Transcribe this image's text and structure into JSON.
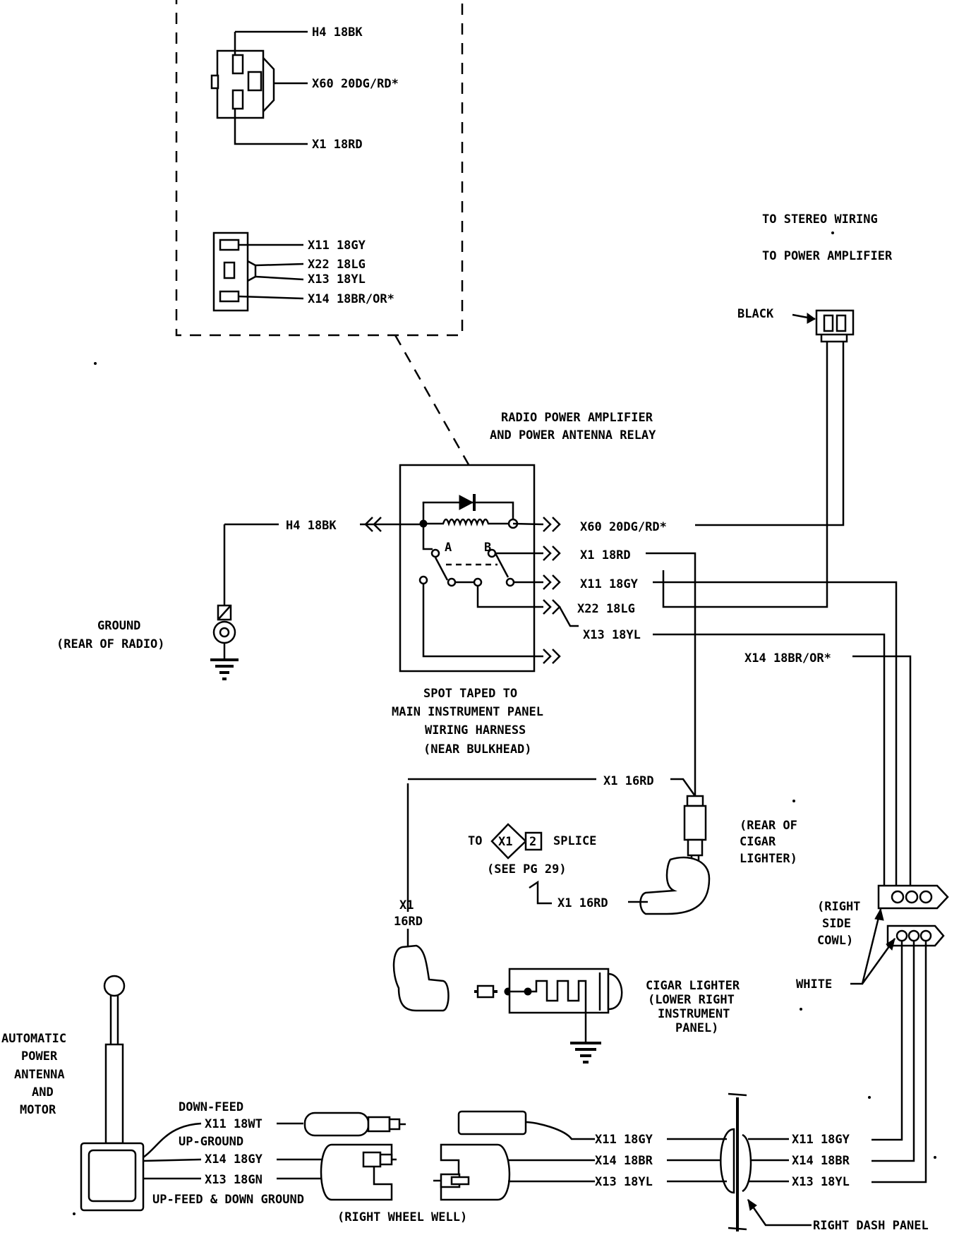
{
  "inset": {
    "h4": "H4  18BK",
    "x60": "X60  20DG/RD*",
    "x1": "X1  18RD",
    "x11": "X11  18GY",
    "x22": "X22  18LG",
    "x13": "X13  18YL",
    "x14": "X14  18BR/OR*"
  },
  "stereo": {
    "line1": "TO STEREO  WIRING",
    "line2": "TO POWER AMPLIFIER",
    "black": "BLACK"
  },
  "relay": {
    "title1": "RADIO POWER AMPLIFIER",
    "title2": "AND POWER ANTENNA RELAY",
    "contact_a": "A",
    "contact_b": "B",
    "h4": "H4  18BK",
    "x60": "X60  20DG/RD*",
    "x1": "X1  18RD",
    "x11": "X11  18GY",
    "x22": "X22  18LG",
    "x13": "X13  18YL",
    "x14": "X14  18BR/OR*",
    "note1": "SPOT TAPED TO",
    "note2": "MAIN INSTRUMENT PANEL",
    "note3": "WIRING HARNESS",
    "note4": "(NEAR BULKHEAD)"
  },
  "ground": {
    "line1": "GROUND",
    "line2": "(REAR OF RADIO)"
  },
  "lighter": {
    "x1_top": "X1  16RD",
    "rear1": "(REAR OF",
    "rear2": "CIGAR",
    "rear3": "LIGHTER)",
    "splice_to": "TO",
    "splice_id": "X1",
    "splice_num": "2",
    "splice_word": "SPLICE",
    "see_pg": "(SEE PG 29)",
    "x1_lower": "X1  16RD",
    "left_x1": "X1",
    "left_16rd": "16RD",
    "name1": "CIGAR LIGHTER",
    "name2": "(LOWER RIGHT",
    "name3": "INSTRUMENT",
    "name4": "PANEL)"
  },
  "cowl": {
    "line1": "(RIGHT",
    "line2": "SIDE",
    "line3": "COWL)",
    "white": "WHITE"
  },
  "antenna": {
    "line1": "AUTOMATIC",
    "line2": "POWER",
    "line3": "ANTENNA",
    "line4": "AND",
    "line5": "MOTOR",
    "down_feed": "DOWN-FEED",
    "x11": "X11 18WT",
    "up_ground": "UP-GROUND",
    "x14": "X14 18GY",
    "x13": "X13 18GN",
    "up_feed": "UP-FEED & DOWN GROUND",
    "wheel_well": "(RIGHT WHEEL WELL)"
  },
  "dash": {
    "lx11": "X11 18GY",
    "lx14": "X14 18BR",
    "lx13": "X13 18YL",
    "rx11": "X11 18GY",
    "rx14": "X14 18BR",
    "rx13": "X13 18YL",
    "panel": "RIGHT DASH PANEL"
  }
}
